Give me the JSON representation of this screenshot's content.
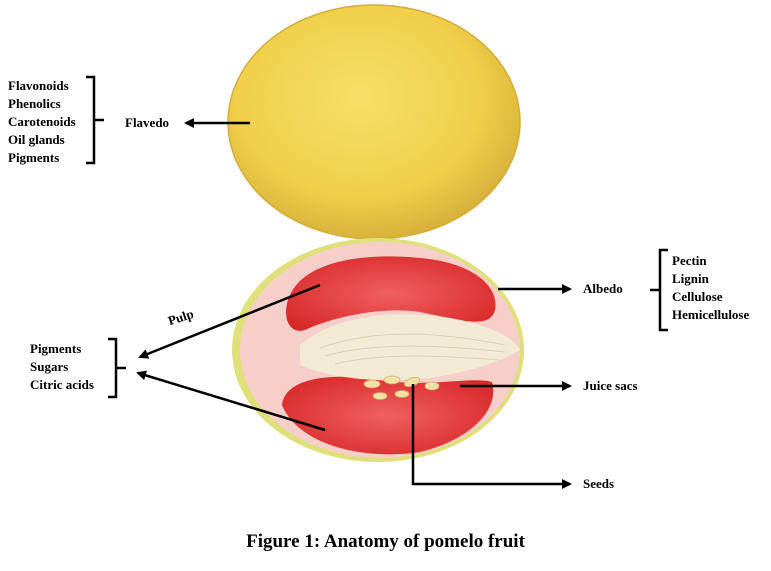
{
  "flavedo_components": [
    "Flavonoids",
    "Phenolics",
    "Carotenoids",
    "Oil glands",
    "Pigments"
  ],
  "albedo_components": [
    "Pectin",
    "Lignin",
    "Cellulose",
    "Hemicellulose"
  ],
  "pulp_components": [
    "Pigments",
    "Sugars",
    "Citric acids"
  ],
  "labels": {
    "flavedo": "Flavedo",
    "albedo": "Albedo",
    "juice_sacs": "Juice sacs",
    "seeds": "Seeds",
    "pulp": "Pulp"
  },
  "caption": "Figure 1: Anatomy of pomelo fruit",
  "colors": {
    "peel": "#efd04a",
    "peel_dark": "#d9b43a",
    "albedo": "#f6c9c4",
    "segment": "#e23a3a",
    "core": "#f4ecd8",
    "rind_edge": "#c7c85a"
  }
}
